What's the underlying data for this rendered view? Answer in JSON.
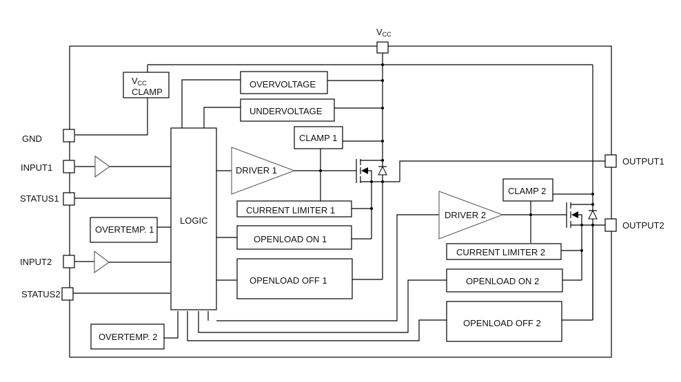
{
  "diagram": {
    "vcc_pin": {
      "label": "V",
      "sub": "CC"
    },
    "pins_left": [
      {
        "id": "gnd",
        "label": "GND"
      },
      {
        "id": "input1",
        "label": "INPUT1"
      },
      {
        "id": "status1",
        "label": "STATUS1"
      },
      {
        "id": "input2",
        "label": "INPUT2"
      },
      {
        "id": "status2",
        "label": "STATUS2"
      }
    ],
    "pins_right": [
      {
        "id": "output1",
        "label": "OUTPUT1"
      },
      {
        "id": "output2",
        "label": "OUTPUT2"
      }
    ],
    "blocks": {
      "vcc_clamp": {
        "line1": "V",
        "line1_sub": "CC",
        "line2": "CLAMP"
      },
      "overvoltage": "OVERVOLTAGE",
      "undervoltage": "UNDERVOLTAGE",
      "clamp1": "CLAMP 1",
      "clamp2": "CLAMP 2",
      "driver1": "DRIVER 1",
      "driver2": "DRIVER 2",
      "logic": "LOGIC",
      "current_limiter1": "CURRENT LIMITER 1",
      "current_limiter2": "CURRENT LIMITER 2",
      "openload_on1": "OPENLOAD ON 1",
      "openload_on2": "OPENLOAD ON 2",
      "openload_off1": "OPENLOAD OFF 1",
      "openload_off2": "OPENLOAD OFF 2",
      "overtemp1": "OVERTEMP. 1",
      "overtemp2": "OVERTEMP. 2"
    }
  }
}
